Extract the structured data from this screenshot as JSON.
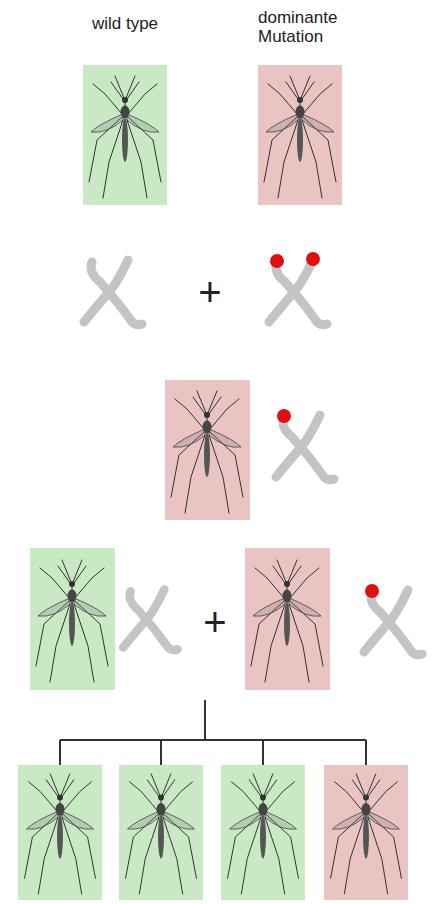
{
  "diagram": {
    "nodes": [
      {
        "text": [
          "wild type"
        ]
      },
      {
        "text": [
          "dominante Mutation"
        ]
      }
    ],
    "labels": [
      "+",
      "+"
    ]
  }
}
